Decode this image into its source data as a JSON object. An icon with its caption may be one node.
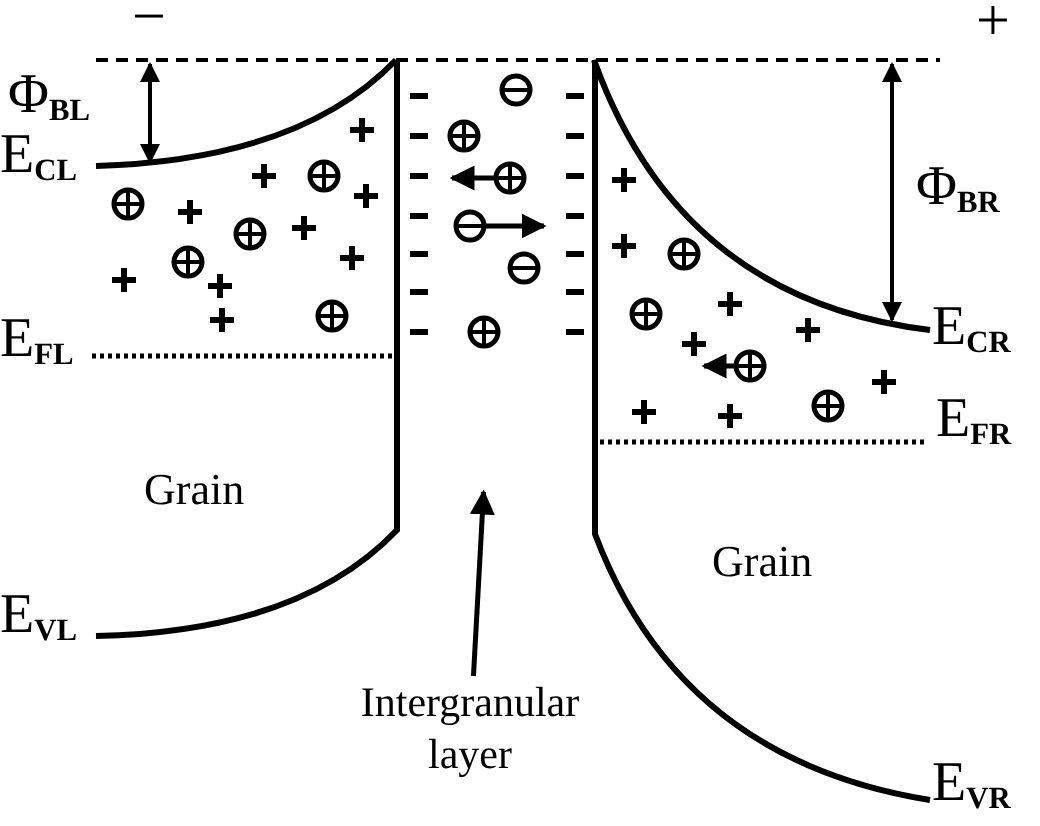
{
  "diagram": {
    "nodes": [
      {
        "text": [],
        "shape": "box"
      },
      {
        "text": [
          "Intergranular layer"
        ]
      }
    ],
    "edges": [
      {
        "from": 1,
        "to": 0,
        "arrow": "to"
      }
    ],
    "labels": [
      "−",
      "+",
      "Φ$_{BL}$",
      "E$_{CL}$",
      "Φ$_{BR}$",
      "E$_{CR}$",
      "E$_{FL}$",
      "E$_{FR}$",
      "Grain",
      "E$_{VL}$",
      "Grain",
      "E$_{VR}$"
    ]
  }
}
